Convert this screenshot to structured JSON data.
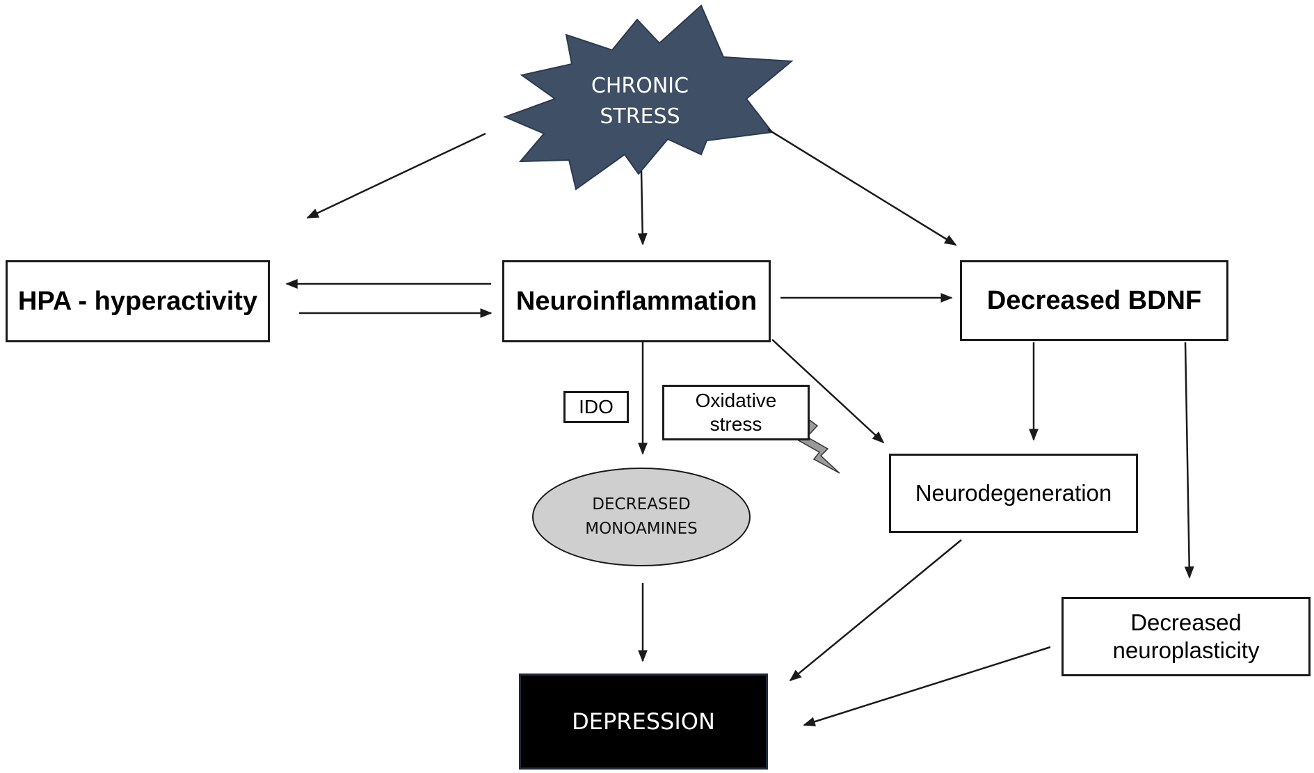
{
  "diagram": {
    "chronic_stress": {
      "line1": "CHRONIC",
      "line2": "STRESS"
    },
    "hpa": "HPA - hyperactivity",
    "neuroinflammation": "Neuroinflammation",
    "decreased_bdnf": "Decreased BDNF",
    "ido": "IDO",
    "oxidative_stress": {
      "line1": "Oxidative",
      "line2": "stress"
    },
    "decreased_monoamines": {
      "line1": "DECREASED",
      "line2": "MONOAMINES"
    },
    "neurodegeneration": "Neurodegeneration",
    "decreased_neuroplasticity": {
      "line1": "Decreased",
      "line2": "neuroplasticity"
    },
    "depression": "DEPRESSION"
  },
  "colors": {
    "stress_fill": "#3f4f66",
    "monoamines_fill": "#d0cfcf",
    "lightning_fill": "#9a9a9a",
    "depression_fill": "#000000",
    "arrow": "#1a1a1a"
  },
  "icons": {
    "lightning": "lightning-bolt-icon"
  }
}
